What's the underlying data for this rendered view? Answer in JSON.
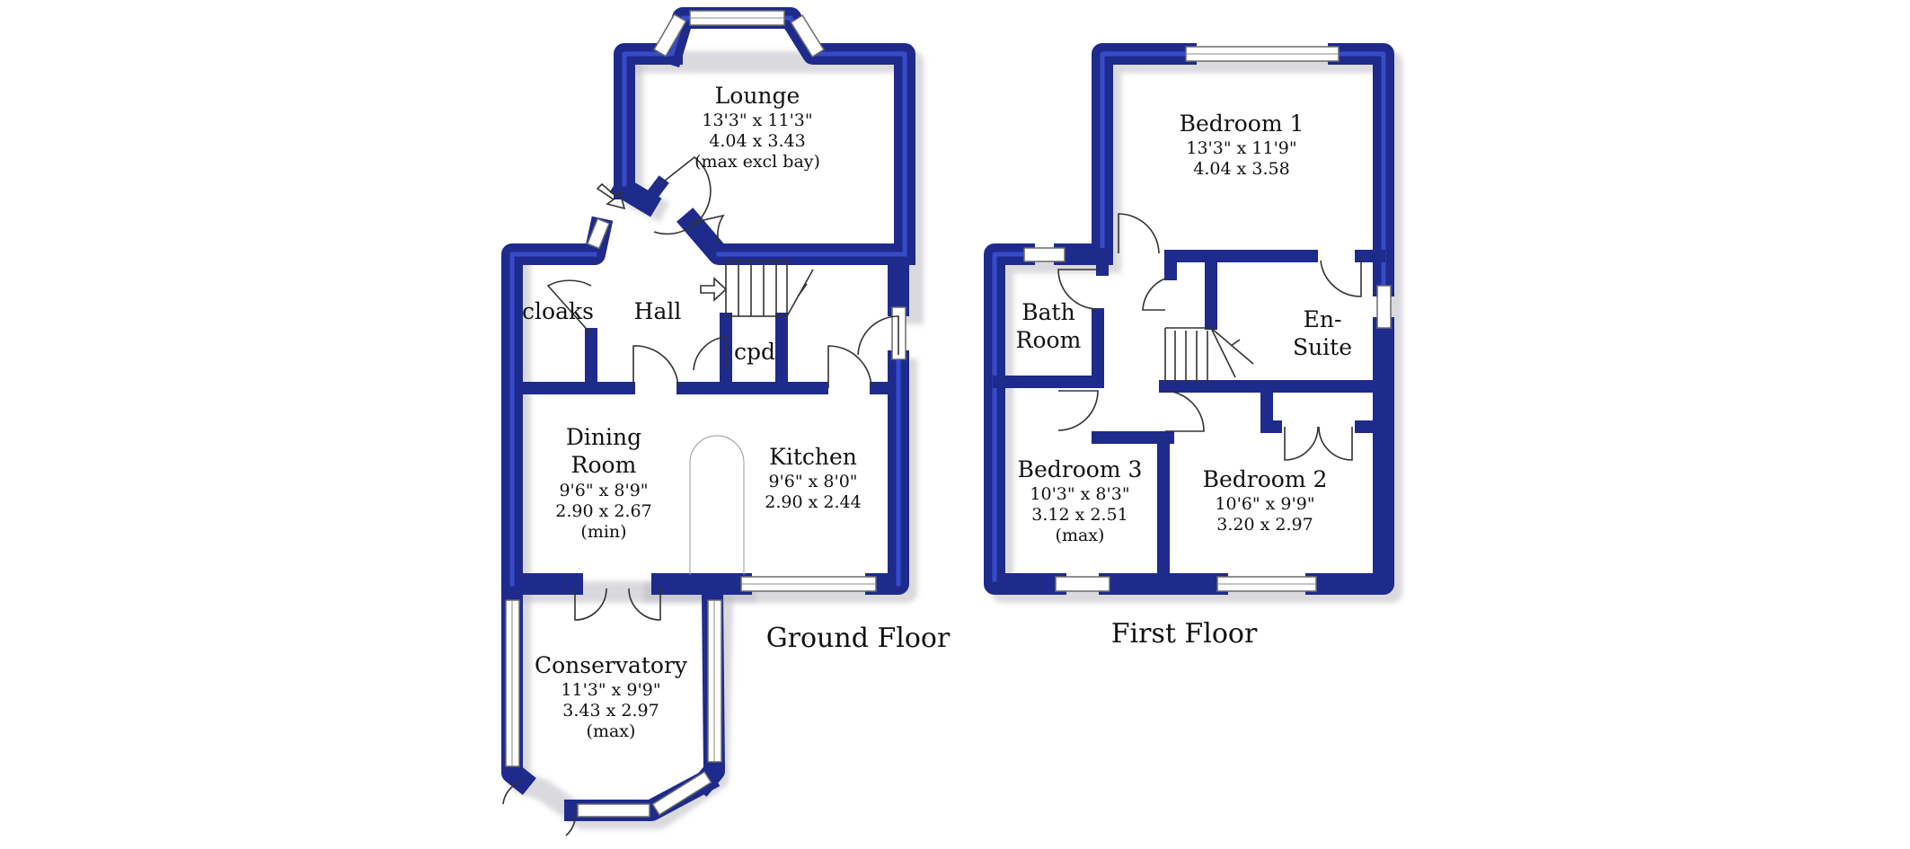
{
  "floors": [
    {
      "name": "Ground Floor",
      "rooms": [
        {
          "name": "Lounge",
          "lines": [
            "13'3\" x 11'3\"",
            "4.04 x 3.43",
            "(max excl bay)"
          ]
        },
        {
          "name": "Hall",
          "lines": []
        },
        {
          "name": "cloaks",
          "lines": []
        },
        {
          "name": "cpd",
          "lines": []
        },
        {
          "name_lines": [
            "Dining",
            "Room"
          ],
          "lines": [
            "9'6\" x 8'9\"",
            "2.90 x 2.67",
            "(min)"
          ]
        },
        {
          "name": "Kitchen",
          "lines": [
            "9'6\" x 8'0\"",
            "2.90 x 2.44"
          ]
        },
        {
          "name": "Conservatory",
          "lines": [
            "11'3\" x 9'9\"",
            "3.43 x 2.97",
            "(max)"
          ]
        }
      ]
    },
    {
      "name": "First Floor",
      "rooms": [
        {
          "name": "Bedroom 1",
          "lines": [
            "13'3\" x 11'9\"",
            "4.04 x 3.58"
          ]
        },
        {
          "name_lines": [
            "Bath",
            "Room"
          ],
          "lines": []
        },
        {
          "name_lines": [
            "En-",
            "Suite"
          ],
          "lines": []
        },
        {
          "name": "Bedroom 3",
          "lines": [
            "10'3\" x 8'3\"",
            "3.12 x 2.51",
            "(max)"
          ]
        },
        {
          "name": "Bedroom 2",
          "lines": [
            "10'6\" x 9'9\"",
            "3.20 x 2.97"
          ]
        }
      ]
    }
  ]
}
